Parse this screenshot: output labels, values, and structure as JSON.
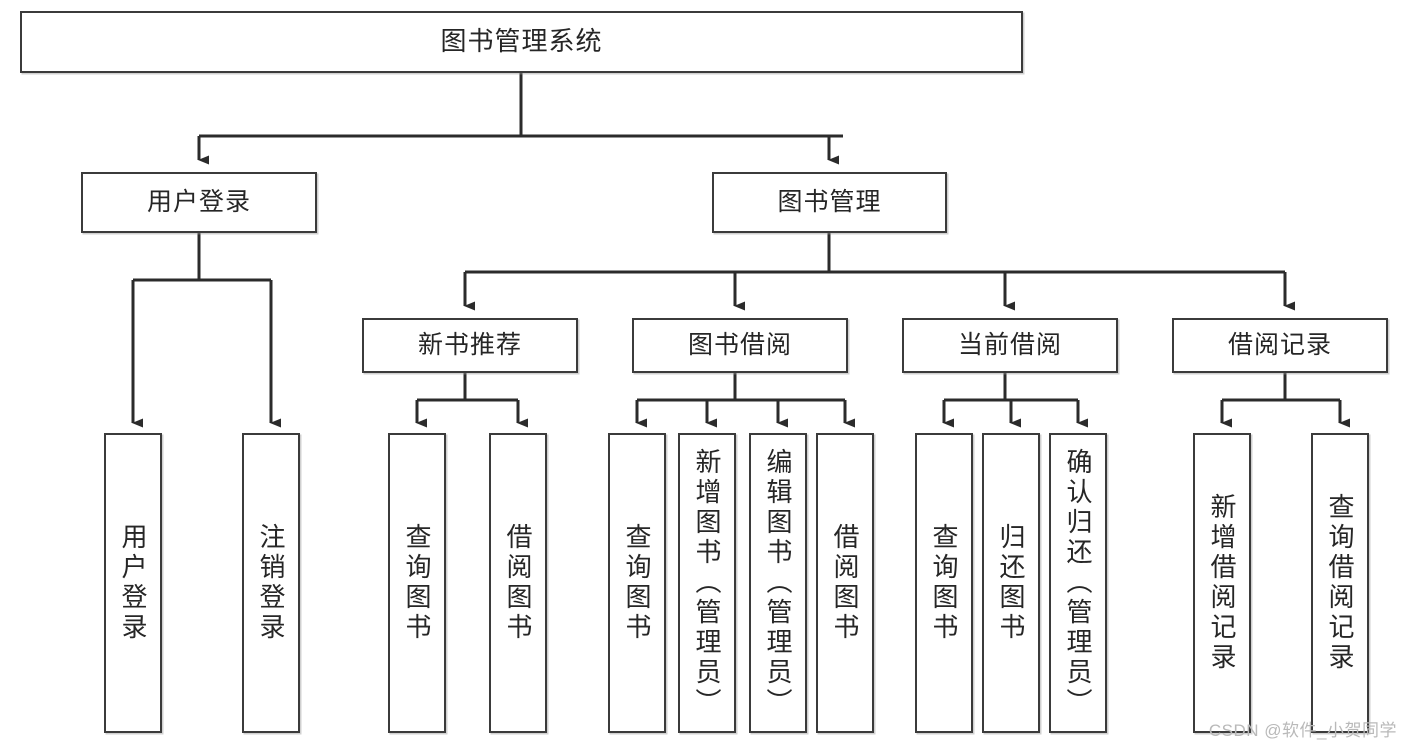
{
  "diagram": {
    "title": "图书管理系统",
    "type": "tree-hierarchy",
    "watermark": "CSDN @软件_小贺同学",
    "colors": {
      "box_border": "#3b3b3b",
      "box_fill": "#ffffff",
      "edge": "#2b2b2b",
      "text": "#262626",
      "watermark": "#b9b9b9",
      "background": "#ffffff"
    },
    "nodes": {
      "root": {
        "label": "图书管理系统"
      },
      "level2": [
        {
          "id": "user-login",
          "label": "用户登录"
        },
        {
          "id": "book-manage",
          "label": "图书管理"
        }
      ],
      "level3": [
        {
          "id": "new-book-rec",
          "label": "新书推荐"
        },
        {
          "id": "book-borrow",
          "label": "图书借阅"
        },
        {
          "id": "current-borrow",
          "label": "当前借阅"
        },
        {
          "id": "borrow-record",
          "label": "借阅记录"
        }
      ],
      "leaves": {
        "user_login": [
          {
            "id": "leaf-user-login",
            "label": "用户登录"
          },
          {
            "id": "leaf-logout",
            "label": "注销登录"
          }
        ],
        "new_book_rec": [
          {
            "id": "leaf-query-book-1",
            "label": "查询图书"
          },
          {
            "id": "leaf-borrow-book-1",
            "label": "借阅图书"
          }
        ],
        "book_borrow": [
          {
            "id": "leaf-query-book-2",
            "label": "查询图书"
          },
          {
            "id": "leaf-add-book",
            "label": "新增图书（管理员）"
          },
          {
            "id": "leaf-edit-book",
            "label": "编辑图书（管理员）"
          },
          {
            "id": "leaf-borrow-book-2",
            "label": "借阅图书"
          }
        ],
        "current_borrow": [
          {
            "id": "leaf-query-book-3",
            "label": "查询图书"
          },
          {
            "id": "leaf-return-book",
            "label": "归还图书"
          },
          {
            "id": "leaf-confirm-return",
            "label": "确认归还（管理员）"
          }
        ],
        "borrow_record": [
          {
            "id": "leaf-add-record",
            "label": "新增借阅记录"
          },
          {
            "id": "leaf-query-record",
            "label": "查询借阅记录"
          }
        ]
      }
    }
  }
}
